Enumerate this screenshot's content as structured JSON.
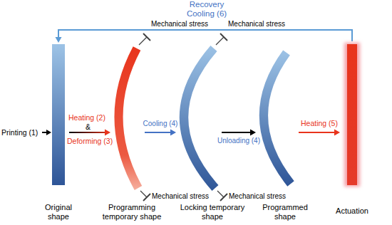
{
  "diagram": {
    "nodes": [
      {
        "text": [
          "Original shape"
        ]
      },
      {
        "text": [
          "Programming temporary shape"
        ]
      },
      {
        "text": [
          "Locking temporary shape"
        ]
      },
      {
        "text": [
          "Programmed shape"
        ]
      },
      {
        "text": [
          "Actuation"
        ]
      }
    ],
    "edges": [
      {
        "from": 0,
        "to": 1,
        "arrow": "to"
      },
      {
        "from": 1,
        "to": 2,
        "arrow": "to",
        "label": "Cooling (4)"
      },
      {
        "from": 2,
        "to": 3,
        "arrow": "to",
        "label": "Unloading (4)"
      },
      {
        "from": 3,
        "to": 4,
        "arrow": "to",
        "label": "Heating (5)"
      },
      {
        "from": 4,
        "to": 0,
        "arrow": "to"
      }
    ],
    "labels": [
      "Recovery",
      "Cooling (6)",
      "Printing (1)",
      "Heating (2)",
      "&",
      "Deforming (3)",
      "Mechanical stress",
      "Mechanical stress",
      "Mechanical stress",
      "Mechanical stress"
    ]
  }
}
